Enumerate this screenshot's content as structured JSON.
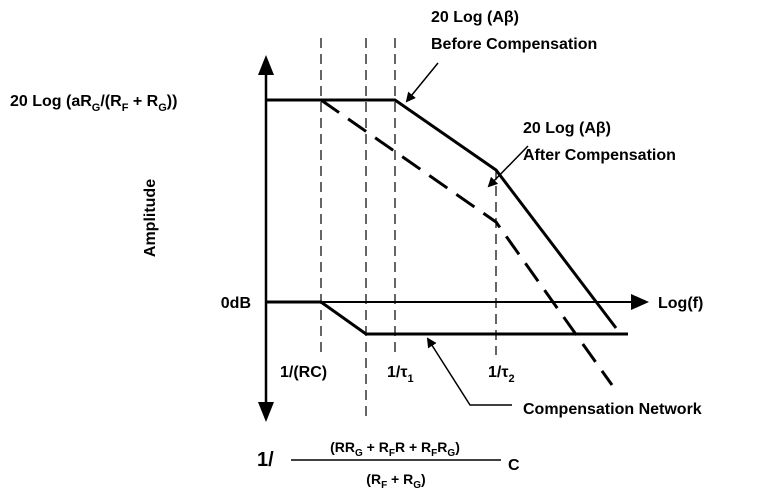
{
  "diagram": {
    "y_axis_label": "Amplitude",
    "x_axis_label": "Log(f)",
    "zero_db_label": "0dB",
    "level_label": {
      "prefix": "20 Log (aR",
      "sub1": "G",
      "mid": "/(R",
      "sub2": "F",
      "mid2": " + R",
      "sub3": "G",
      "suffix": "))"
    },
    "before_label": {
      "line1": "20 Log (Aβ)",
      "line2": "Before Compensation"
    },
    "after_label": {
      "line1": "20 Log (Aβ)",
      "line2": "After Compensation"
    },
    "rc_label": "1/(RC)",
    "tau1_label": {
      "main": "1/τ",
      "sub": "1"
    },
    "tau2_label": {
      "main": "1/τ",
      "sub": "2"
    },
    "network_label": "Compensation Network",
    "formula": {
      "lead": "1/",
      "num": [
        "(RR",
        "G",
        " + R",
        "F",
        "R + R",
        "F",
        "R",
        "G",
        ")"
      ],
      "den": [
        "(R",
        "F",
        " + R",
        "G",
        ")"
      ],
      "tail": "C"
    }
  },
  "colors": {
    "stroke": "#000000",
    "background": "#ffffff"
  }
}
